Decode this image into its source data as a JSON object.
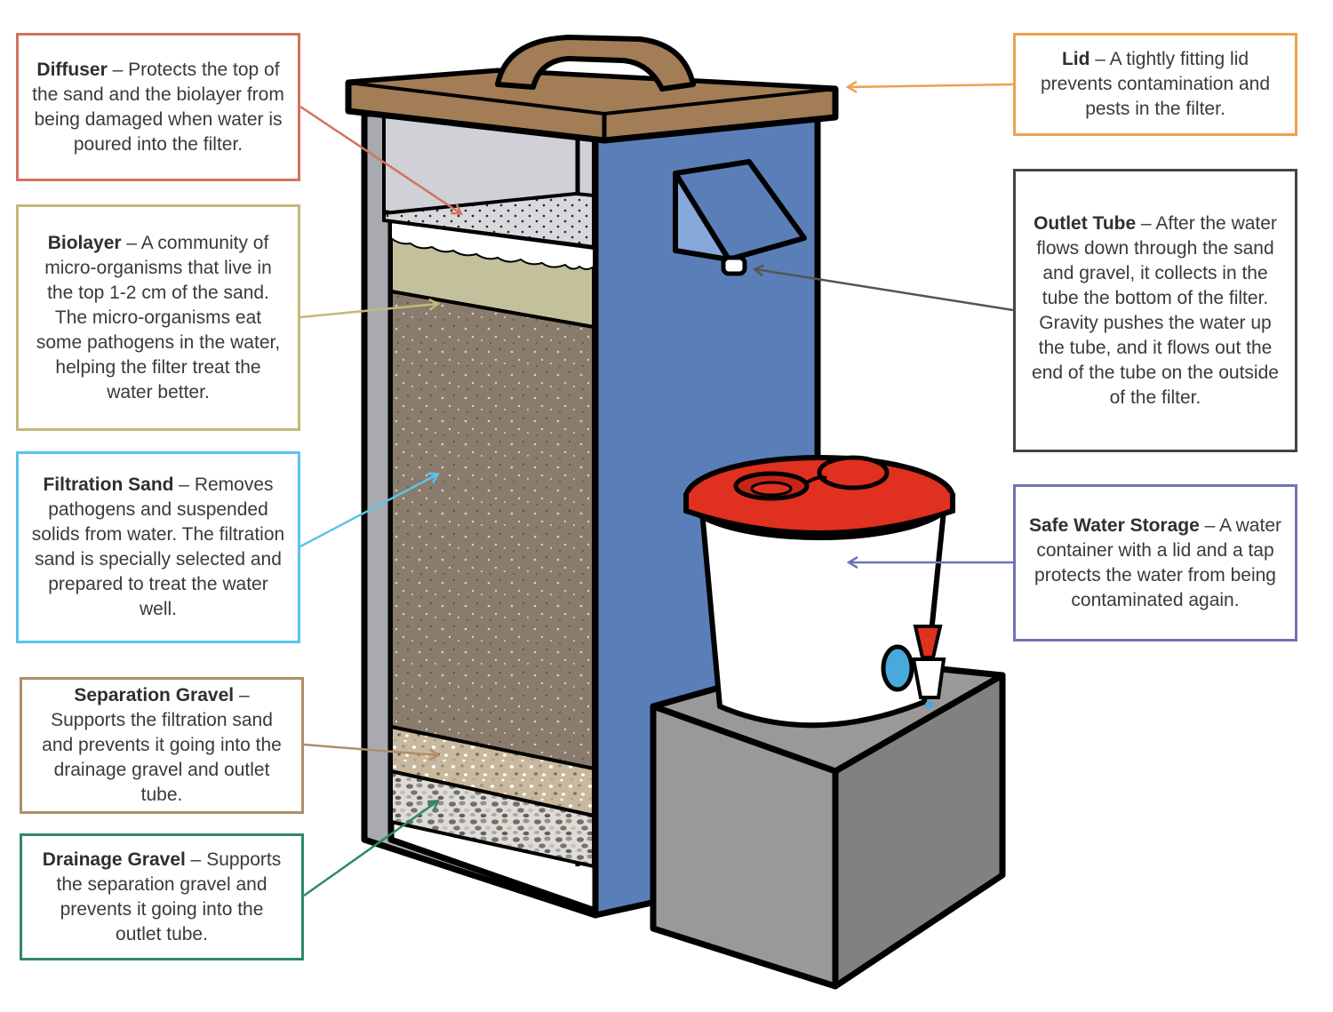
{
  "diagram": {
    "subject": "Biosand water filter with safe water storage",
    "callouts": [
      {
        "id": "diffuser",
        "title": "Diffuser",
        "text": " – Protects the top of the sand and the biolayer from being damaged when water is poured into the filter.",
        "color": "#d4725e"
      },
      {
        "id": "biolayer",
        "title": "Biolayer",
        "text": " – A community of micro-organisms that live in the top 1-2 cm of the sand. The micro-organisms eat some pathogens in the water, helping the filter treat the water better.",
        "color": "#c2b978"
      },
      {
        "id": "sand",
        "title": "Filtration Sand",
        "text": " – Removes pathogens and suspended solids from water. The filtration sand is specially selected and prepared to treat the water well.",
        "color": "#5cc3ea"
      },
      {
        "id": "sepgravel",
        "title": "Separation Gravel",
        "text": " – Supports the filtration sand and prevents it going into the drainage gravel and outlet tube.",
        "color": "#b08e68"
      },
      {
        "id": "draingravel",
        "title": "Drainage Gravel",
        "text": " – Supports the separation gravel and prevents it going into the outlet tube.",
        "color": "#2e8a67"
      },
      {
        "id": "lid",
        "title": "Lid",
        "text": " – A tightly fitting lid prevents contamination and pests in the filter.",
        "color": "#eca14d"
      },
      {
        "id": "outlet",
        "title": "Outlet Tube",
        "text": " – After the water flows down through the sand and gravel, it collects in the tube the bottom of the filter. Gravity pushes the water up the tube, and it flows out the end of the tube on the outside of the filter.",
        "color": "#444444"
      },
      {
        "id": "storage",
        "title": "Safe Water Storage",
        "text": " – A water container with a lid and a tap protects the water from being contaminated again.",
        "color": "#6e74b6"
      }
    ],
    "colors": {
      "lid_wood": "#a27d55",
      "lid_wood_dark": "#8a6846",
      "filter_blue": "#5a7fb8",
      "filter_wall_grey": "#a9aab0",
      "headspace": "#cfd1d6",
      "biolayer": "#c3c09c",
      "sand": "#8a7c6c",
      "sep_gravel": "#c9b89b",
      "drain_gravel": "#d5d3cf",
      "bucket_lid_red": "#e0301f",
      "tap_blue": "#4aa9dc",
      "stand_grey_light": "#9b9898",
      "stand_grey_dark": "#828180"
    }
  }
}
